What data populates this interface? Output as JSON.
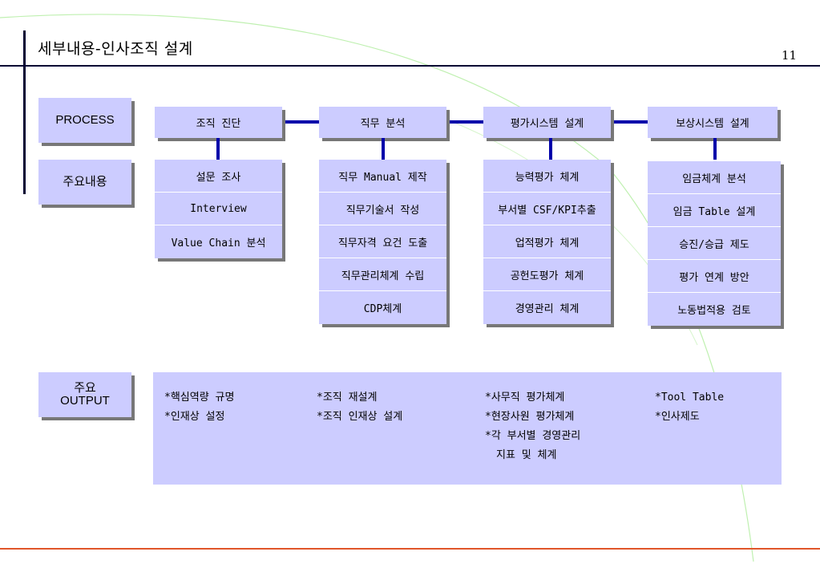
{
  "header": {
    "title": "세부내용-인사조직 설계",
    "page_number": "11"
  },
  "labels": {
    "process": "PROCESS",
    "main_content": "주요내용",
    "output_line1": "주요",
    "output_line2": "OUTPUT"
  },
  "process_steps": [
    "조직 진단",
    "직무 분석",
    "평가시스템 설계",
    "보상시스템 설계"
  ],
  "columns": [
    {
      "items": [
        "설문 조사",
        "Interview",
        "Value Chain 분석"
      ]
    },
    {
      "items": [
        "직무 Manual 제작",
        "직무기술서 작성",
        "직무자격 요건 도출",
        "직무관리체계 수립",
        "CDP체계"
      ]
    },
    {
      "items": [
        "능력평가 체계",
        "부서별 CSF/KPI추출",
        "업적평가 체계",
        "공헌도평가 체계",
        "경영관리 체계"
      ]
    },
    {
      "items": [
        "임금체계 분석",
        "임금 Table 설계",
        "승진/승급 제도",
        "평가 연계 방안",
        "노동법적용 검토"
      ]
    }
  ],
  "outputs": [
    [
      "*핵심역량 규명",
      "*인재상 설정"
    ],
    [
      "*조직 재설계",
      "*조직 인재상 설계"
    ],
    [
      "*사무직 평가체계",
      "*현장사원 평가체계",
      "*각 부서별 경영관리",
      "지표 및 체계"
    ],
    [
      "*Tool Table",
      "*인사제도"
    ]
  ],
  "colors": {
    "box_fill": "#ccccff",
    "connector": "#0000aa",
    "shadow": "#777777",
    "bottom_rule": "#e0562a"
  }
}
